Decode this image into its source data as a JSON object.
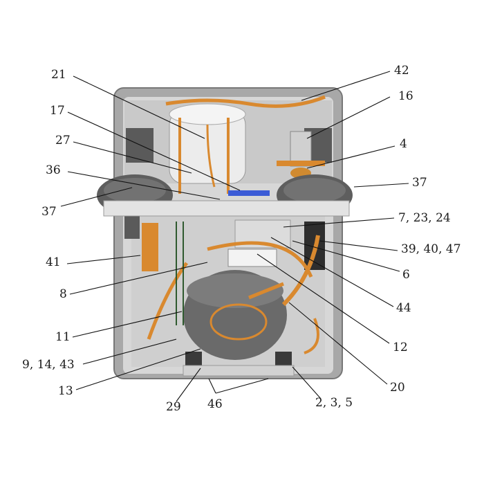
{
  "labels": {
    "l21": "21",
    "l42": "42",
    "l17": "17",
    "l16": "16",
    "l27": "27",
    "l4": "4",
    "l36": "36",
    "l37_right": "37",
    "l37_left": "37",
    "l7_23_24": "7, 23, 24",
    "l39_40_47": "39, 40, 47",
    "l41": "41",
    "l6": "6",
    "l8": "8",
    "l44": "44",
    "l11": "11",
    "l12": "12",
    "l9_14_43": "9, 14, 43",
    "l20": "20",
    "l13": "13",
    "l29": "29",
    "l46": "46",
    "l2_3_5": "2, 3, 5"
  },
  "colors": {
    "housing": "#9c9c9c",
    "panel": "#d4d4d4",
    "copper": "#d9892f",
    "compressor": "#6e6e6e",
    "blue_part": "#3b5bd6"
  }
}
